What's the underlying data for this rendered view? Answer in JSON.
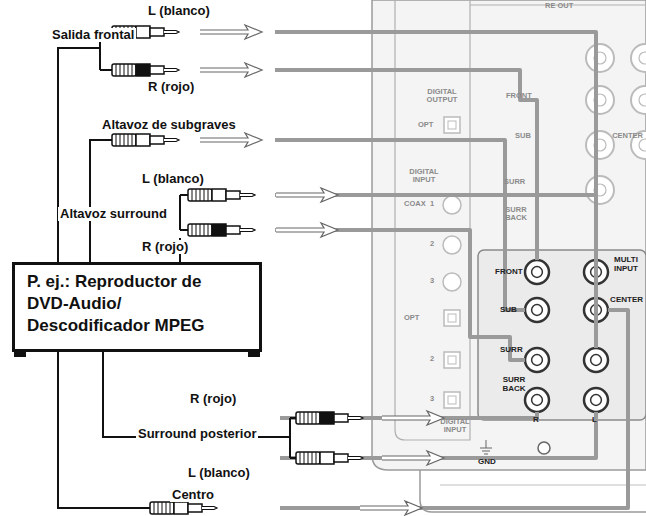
{
  "diagram": {
    "nodes": [
      {
        "text": [
          "P. ej.: Reproductor de DVD-Audio/ Descodificador MPEG"
        ]
      }
    ],
    "labels": [
      "L (blanco)",
      "Salida frontal",
      "R (rojo)",
      "Altavoz de subgraves",
      "L (blanco)",
      "Altavoz surround",
      "R (rojo)",
      "R (rojo)",
      "Surround posterior",
      "L (blanco)",
      "Centro",
      "DIGITAL OUTPUT",
      "OPT",
      "RE OUT",
      "FRONT",
      "SUB",
      "CENTER",
      "SURR",
      "SURR BACK",
      "DIGITAL INPUT",
      "COAX",
      "1",
      "2",
      "3",
      "OPT",
      "2",
      "3",
      "FRONT",
      "MULTI INPUT",
      "SUB",
      "CENTER",
      "SURR",
      "SURR BACK",
      "R",
      "L",
      "GND",
      "DIGITAL INPUT"
    ]
  }
}
